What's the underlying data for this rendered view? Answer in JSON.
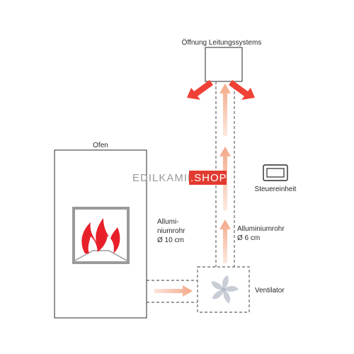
{
  "labels": {
    "outlet": "Öffnung Leitungssystems",
    "stove": "Ofen",
    "pipe_large_line1": "Allumi-",
    "pipe_large_line2": "niumrohr",
    "pipe_large_line3": "Ø 10 cm",
    "pipe_small_line1": "Alluminiumrohr",
    "pipe_small_line2": "Ø 6 cm",
    "fan": "Ventilator",
    "control": "Steuereinheit"
  },
  "watermark": {
    "left": "EDILKAMIN",
    "right": ".SHOP"
  },
  "icons": {
    "flame": "flame-icon",
    "fan": "fan-icon",
    "control_unit": "control-unit-icon"
  },
  "colors": {
    "outline": "#2a2a2a",
    "frame_gray": "#9a9a9a",
    "flame_red": "#e8202a",
    "air_flow": "#f4a887",
    "outlet_arrow": "#ef4136",
    "fan_blade": "#c8cdd6",
    "dashed_line": "#7a7a7a",
    "watermark_left": "#9a9a9a",
    "watermark_right_bg": "#e23a2f"
  }
}
